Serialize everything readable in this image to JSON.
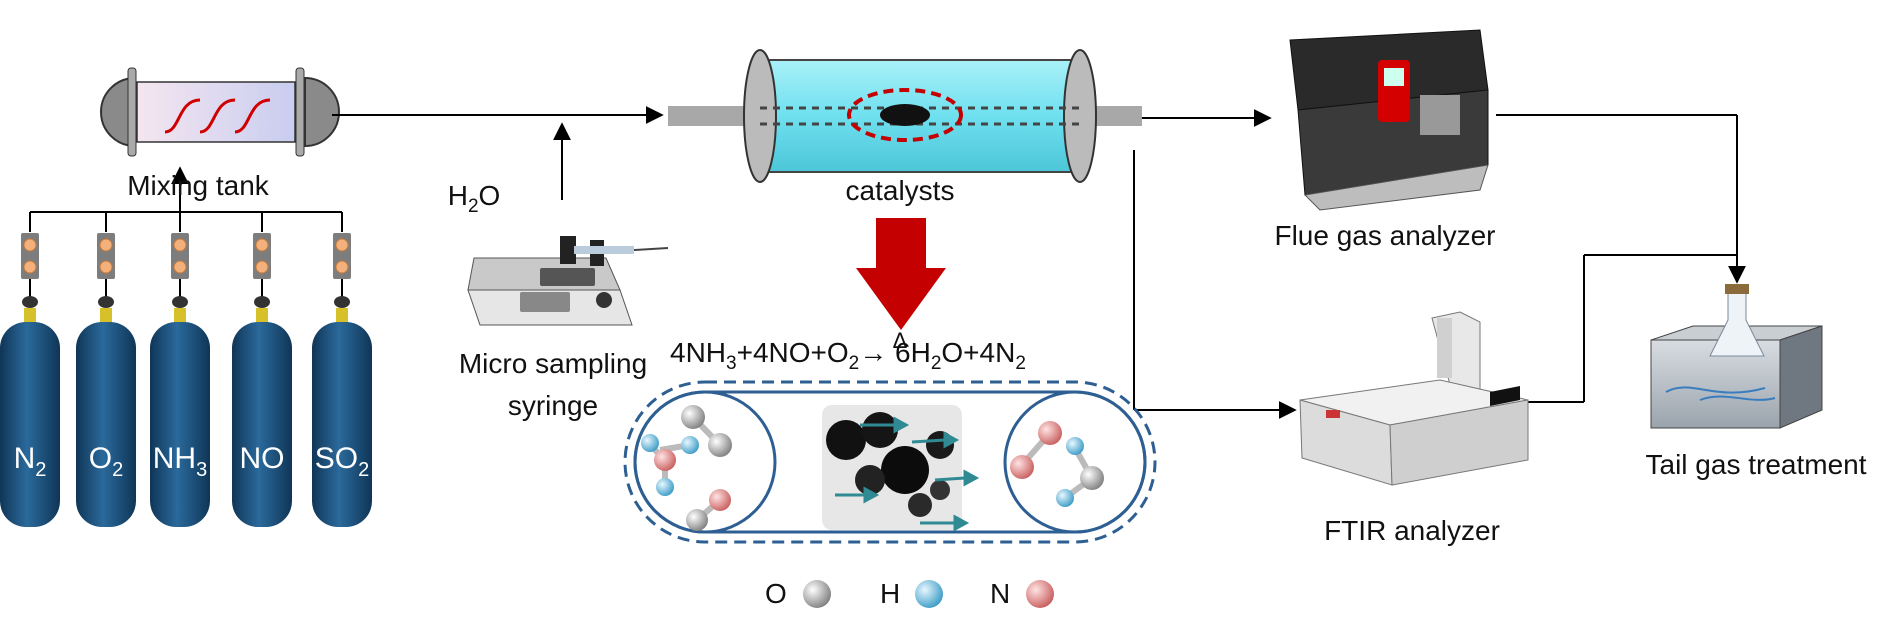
{
  "labels": {
    "mixing_tank": "Mixing tank",
    "water": "H",
    "water_sub": "2",
    "water_tail": "O",
    "syringe_line1": "Micro sampling",
    "syringe_line2": "syringe",
    "catalysts": "catalysts",
    "flue_gas": "Flue gas analyzer",
    "ftir": "FTIR analyzer",
    "tail_gas": "Tail gas treatment"
  },
  "cylinders": [
    {
      "main": "N",
      "sub": "2",
      "tail": ""
    },
    {
      "main": "O",
      "sub": "2",
      "tail": ""
    },
    {
      "main": "NH",
      "sub": "3",
      "tail": ""
    },
    {
      "main": "NO",
      "sub": "",
      "tail": ""
    },
    {
      "main": "SO",
      "sub": "2",
      "tail": ""
    }
  ],
  "reaction": {
    "p1": "4NH",
    "s1": "3",
    "p2": "+4NO+O",
    "s2": "2",
    "heat": "Δ",
    "p3": " 6H",
    "s3": "2",
    "p4": "O+4N",
    "s4": "2"
  },
  "legend": [
    {
      "symbol": "O",
      "color": "#9a9a9a"
    },
    {
      "symbol": "H",
      "color": "#5fb6d6"
    },
    {
      "symbol": "N",
      "color": "#e58a8a"
    }
  ],
  "colors": {
    "cylinder": "#1d4f7a",
    "reactor": "#7fe6f2",
    "accent_red": "#c40000",
    "loop": "#2e5f93"
  }
}
